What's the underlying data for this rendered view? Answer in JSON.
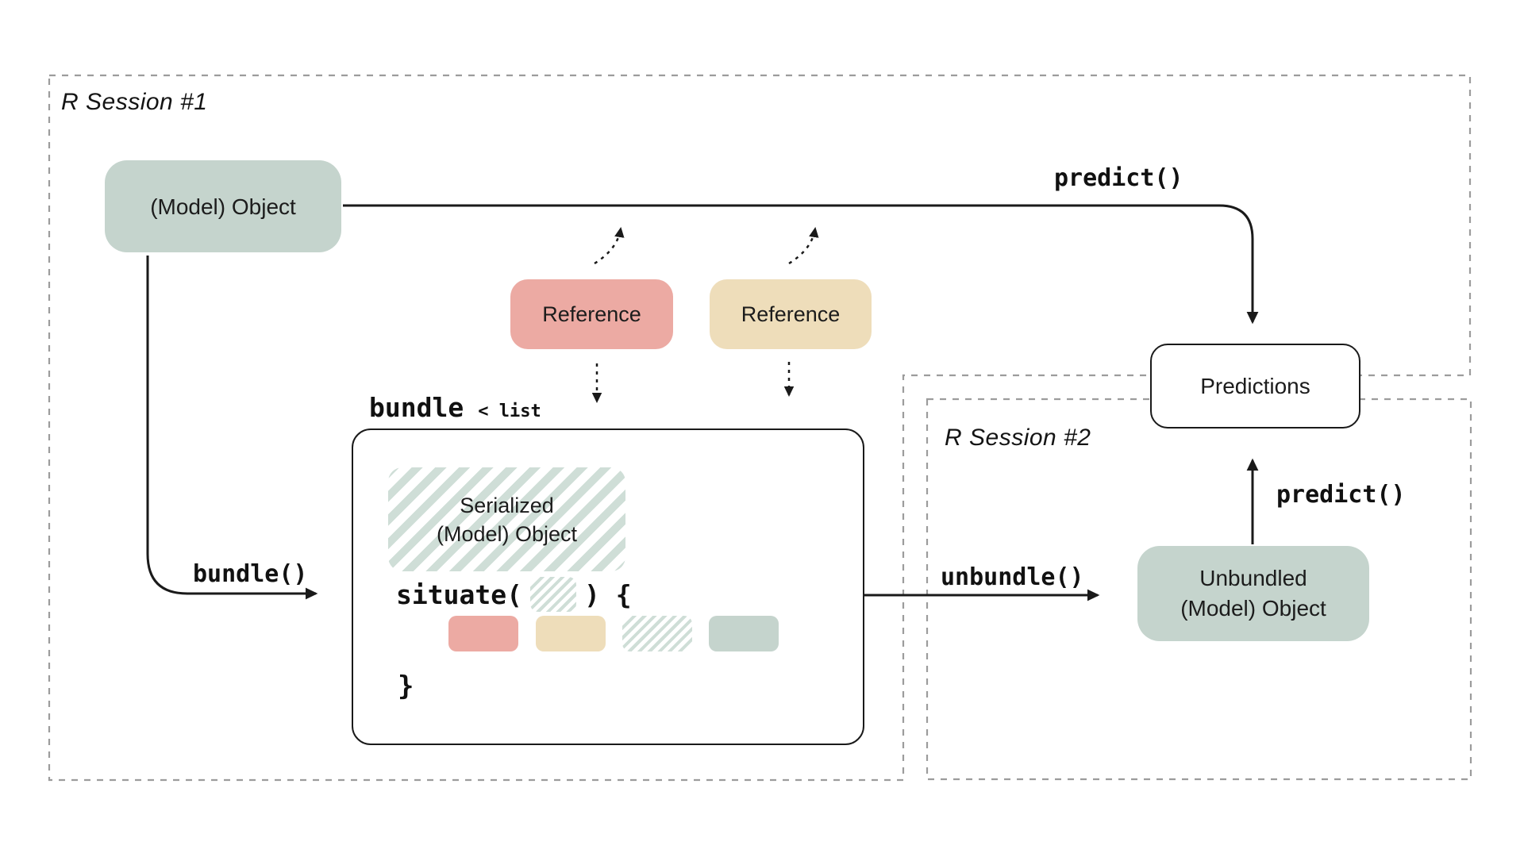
{
  "colors": {
    "sage": "#c5d4cd",
    "salmon": "#ecaaa3",
    "tan": "#eeddba",
    "stripe": "#cfded7",
    "line": "#1a1a1a",
    "dash": "#9c9c9c",
    "text": "#141414"
  },
  "session1": {
    "label": "R Session #1"
  },
  "session2": {
    "label": "R Session #2"
  },
  "nodes": {
    "model_object": {
      "label": "(Model) Object"
    },
    "reference_red": {
      "label": "Reference"
    },
    "reference_tan": {
      "label": "Reference"
    },
    "serialized": {
      "line1": "Serialized",
      "line2": "(Model) Object"
    },
    "predictions": {
      "label": "Predictions"
    },
    "unbundled": {
      "line1": "Unbundled",
      "line2": "(Model) Object"
    }
  },
  "code_labels": {
    "predict_top": "predict()",
    "bundle_fn": "bundle()",
    "bundle_var": "bundle",
    "bundle_type": "< list",
    "situate_open": "situate(",
    "situate_close": ") {",
    "brace_close": "}",
    "unbundle_fn": "unbundle()",
    "predict_right": "predict()"
  }
}
